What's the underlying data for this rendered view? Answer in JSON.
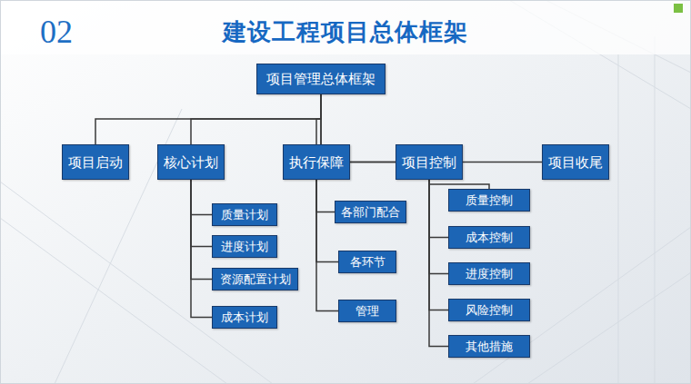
{
  "diagram": {
    "title": "建设工程项目总体框架",
    "nodes": [
      {
        "text": [
          "项目管理总体框架"
        ]
      },
      {
        "text": [
          "项目启动"
        ]
      },
      {
        "text": [
          "核心计划"
        ]
      },
      {
        "text": [
          "执行保障"
        ]
      },
      {
        "text": [
          "项目控制"
        ]
      },
      {
        "text": [
          "项目收尾"
        ]
      },
      {
        "text": [
          "质量计划"
        ]
      },
      {
        "text": [
          "进度计划"
        ]
      },
      {
        "text": [
          "资源配置计划"
        ]
      },
      {
        "text": [
          "成本计划"
        ]
      },
      {
        "text": [
          "各部门配合"
        ]
      },
      {
        "text": [
          "各环节"
        ]
      },
      {
        "text": [
          "管理"
        ]
      },
      {
        "text": [
          "质量控制"
        ]
      },
      {
        "text": [
          "成本控制"
        ]
      },
      {
        "text": [
          "进度控制"
        ]
      },
      {
        "text": [
          "风险控制"
        ]
      },
      {
        "text": [
          "其他措施"
        ]
      }
    ],
    "edges": [
      {
        "from": 0,
        "to": 1,
        "arrow": "none"
      },
      {
        "from": 0,
        "to": 2,
        "arrow": "none"
      },
      {
        "from": 0,
        "to": 3,
        "arrow": "none"
      },
      {
        "from": 0,
        "to": 4,
        "arrow": "none"
      },
      {
        "from": 0,
        "to": 5,
        "arrow": "none"
      },
      {
        "from": 2,
        "to": 6,
        "arrow": "none"
      },
      {
        "from": 2,
        "to": 7,
        "arrow": "none"
      },
      {
        "from": 2,
        "to": 8,
        "arrow": "none"
      },
      {
        "from": 2,
        "to": 9,
        "arrow": "none"
      },
      {
        "from": 3,
        "to": 10,
        "arrow": "none"
      },
      {
        "from": 3,
        "to": 11,
        "arrow": "none"
      },
      {
        "from": 3,
        "to": 12,
        "arrow": "none"
      },
      {
        "from": 4,
        "to": 13,
        "arrow": "none"
      },
      {
        "from": 4,
        "to": 14,
        "arrow": "none"
      },
      {
        "from": 4,
        "to": 15,
        "arrow": "none"
      },
      {
        "from": 4,
        "to": 16,
        "arrow": "none"
      },
      {
        "from": 4,
        "to": 17,
        "arrow": "none"
      }
    ],
    "labels": [
      "02"
    ]
  }
}
